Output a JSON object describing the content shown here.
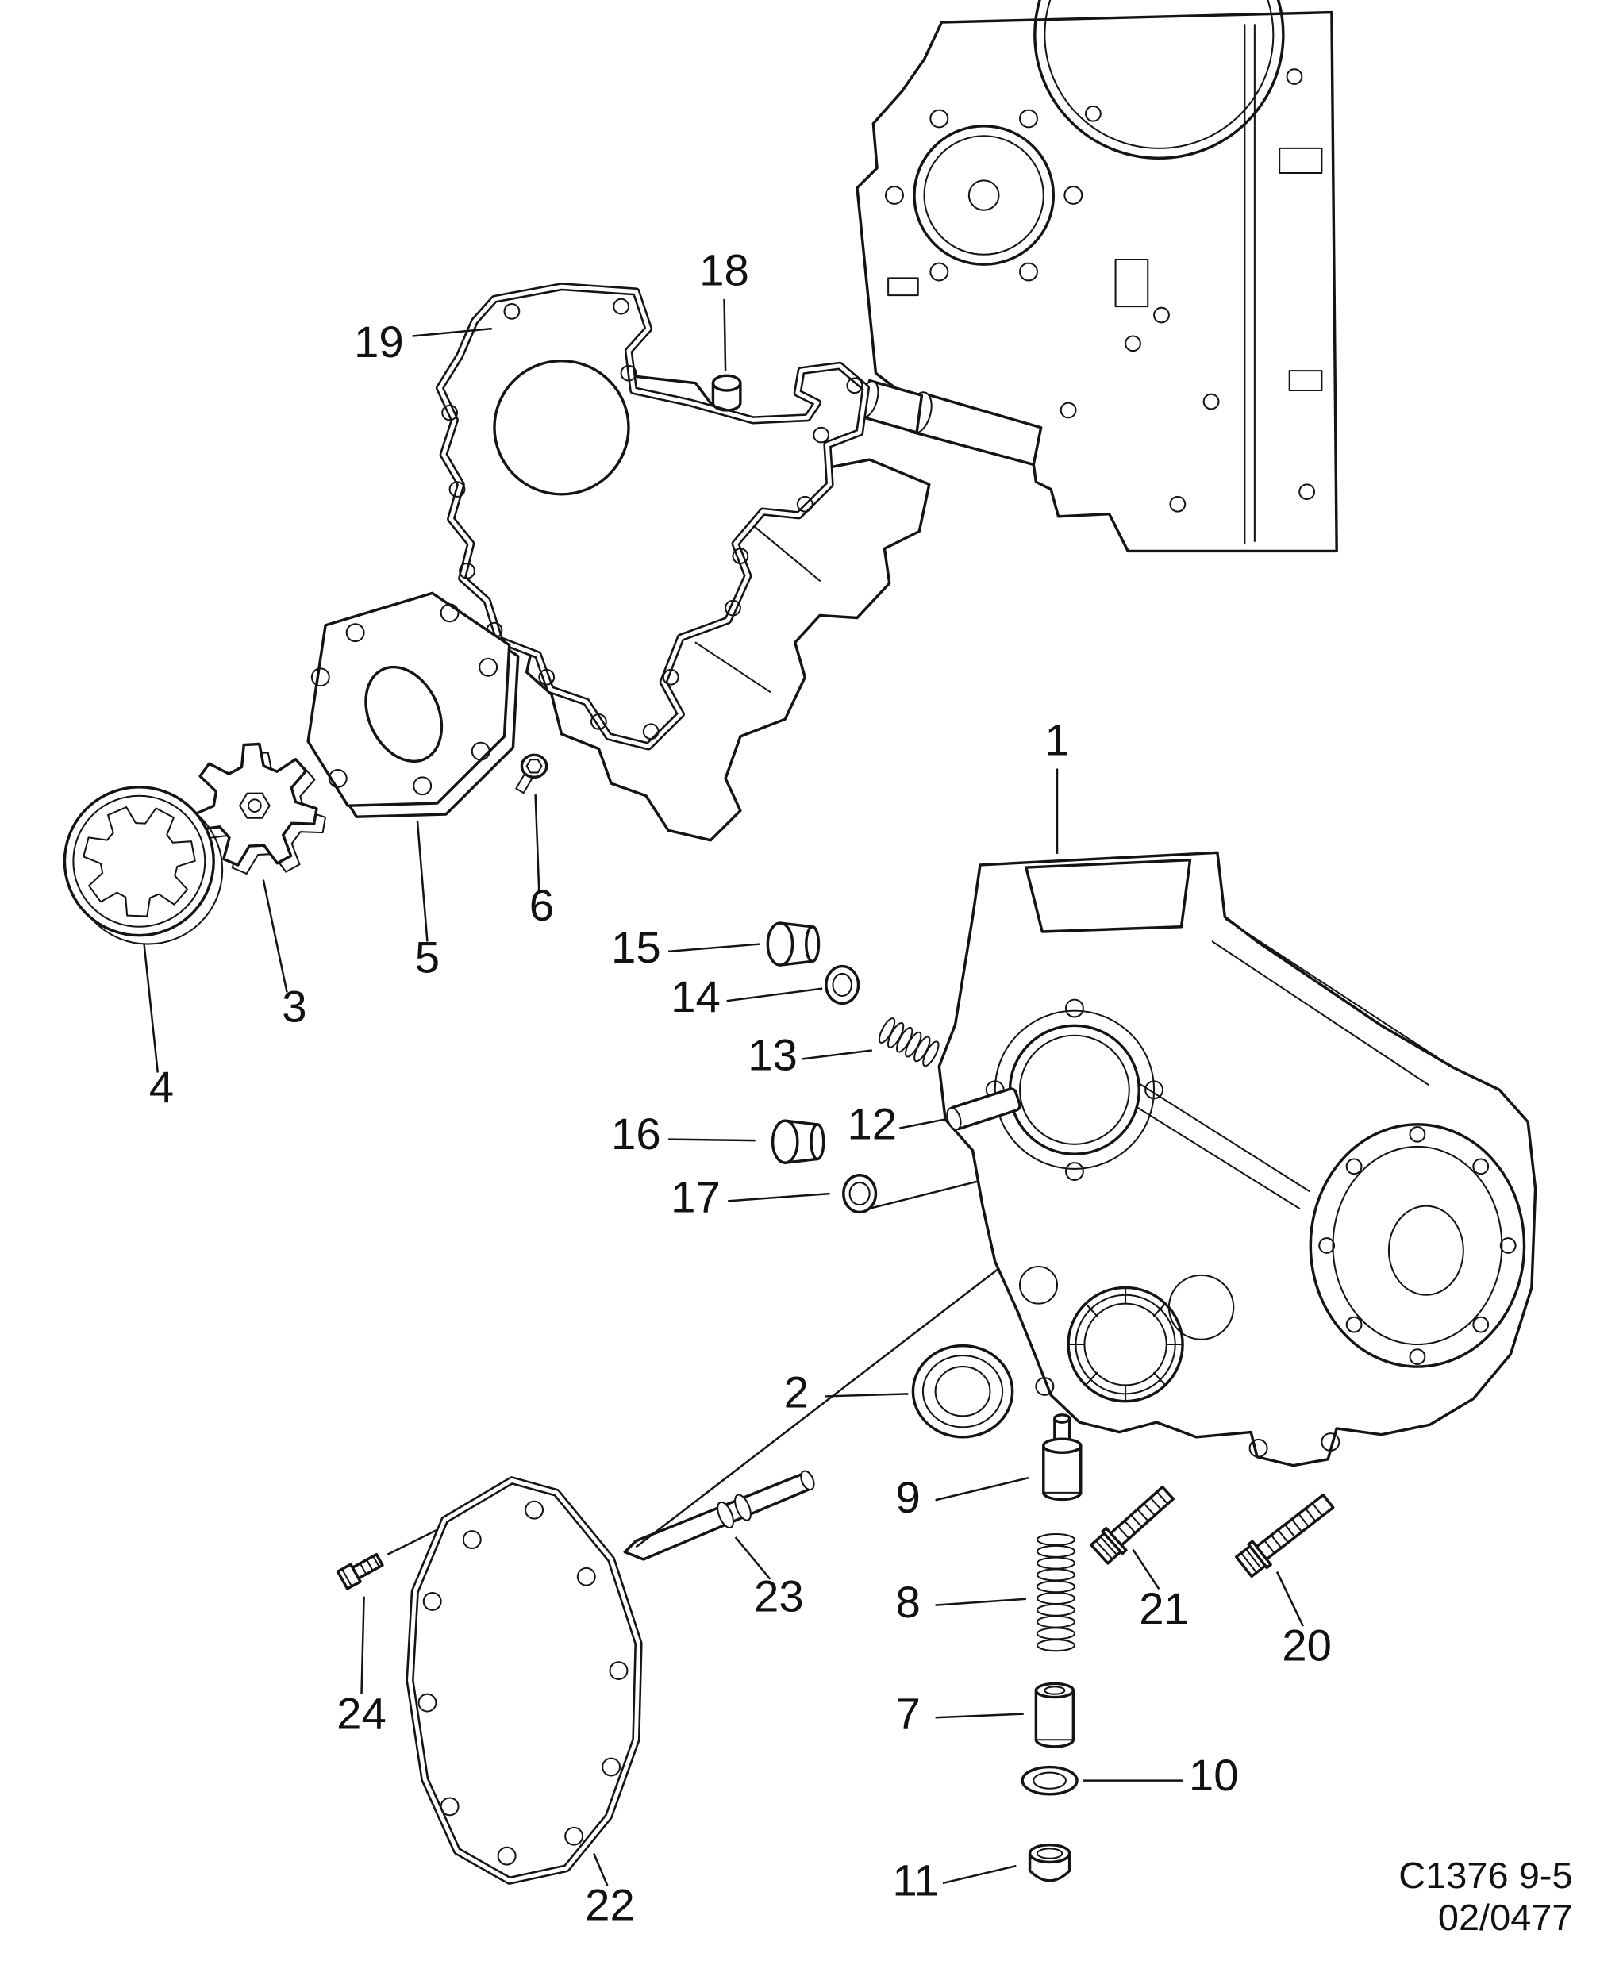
{
  "figure": {
    "callouts": {
      "1": "1",
      "2": "2",
      "3": "3",
      "4": "4",
      "5": "5",
      "6": "6",
      "7": "7",
      "8": "8",
      "9": "9",
      "10": "10",
      "11": "11",
      "12": "12",
      "13": "13",
      "14": "14",
      "15": "15",
      "16": "16",
      "17": "17",
      "18": "18",
      "19": "19",
      "20": "20",
      "21": "21",
      "22": "22",
      "23": "23",
      "24": "24"
    },
    "footer": {
      "code": "C1376 9-5",
      "revision": "02/0477"
    }
  }
}
